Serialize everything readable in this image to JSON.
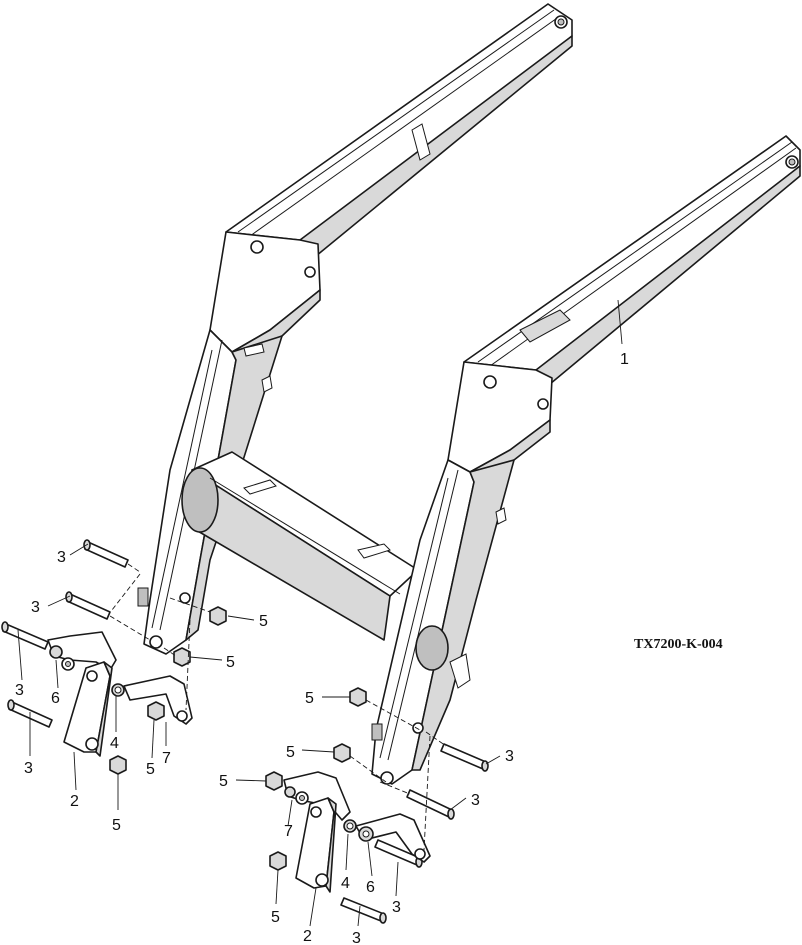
{
  "drawing_code": "TX7200-K-004",
  "callouts": {
    "frame": "1",
    "link_left": "2",
    "link_right": "2",
    "pin_left_a": "3",
    "pin_left_b": "3",
    "pin_left_c": "3",
    "pin_left_d": "3",
    "pin_right_a": "3",
    "pin_right_b": "3",
    "pin_right_c": "3",
    "pin_right_d": "3",
    "bushing_left": "4",
    "bushing_right": "4",
    "nut_left_a": "5",
    "nut_left_b": "5",
    "nut_left_c": "5",
    "nut_left_d": "5",
    "nut_right_a": "5",
    "nut_right_b": "5",
    "nut_right_c": "5",
    "nut_right_d": "5",
    "washer_left": "6",
    "washer_right": "6",
    "bracket_left": "7",
    "bracket_right": "7"
  },
  "colors": {
    "line": "#1a1a1a",
    "fill_light": "#ffffff",
    "fill_shade": "#d9d9d9",
    "fill_mid": "#bfbfbf"
  }
}
